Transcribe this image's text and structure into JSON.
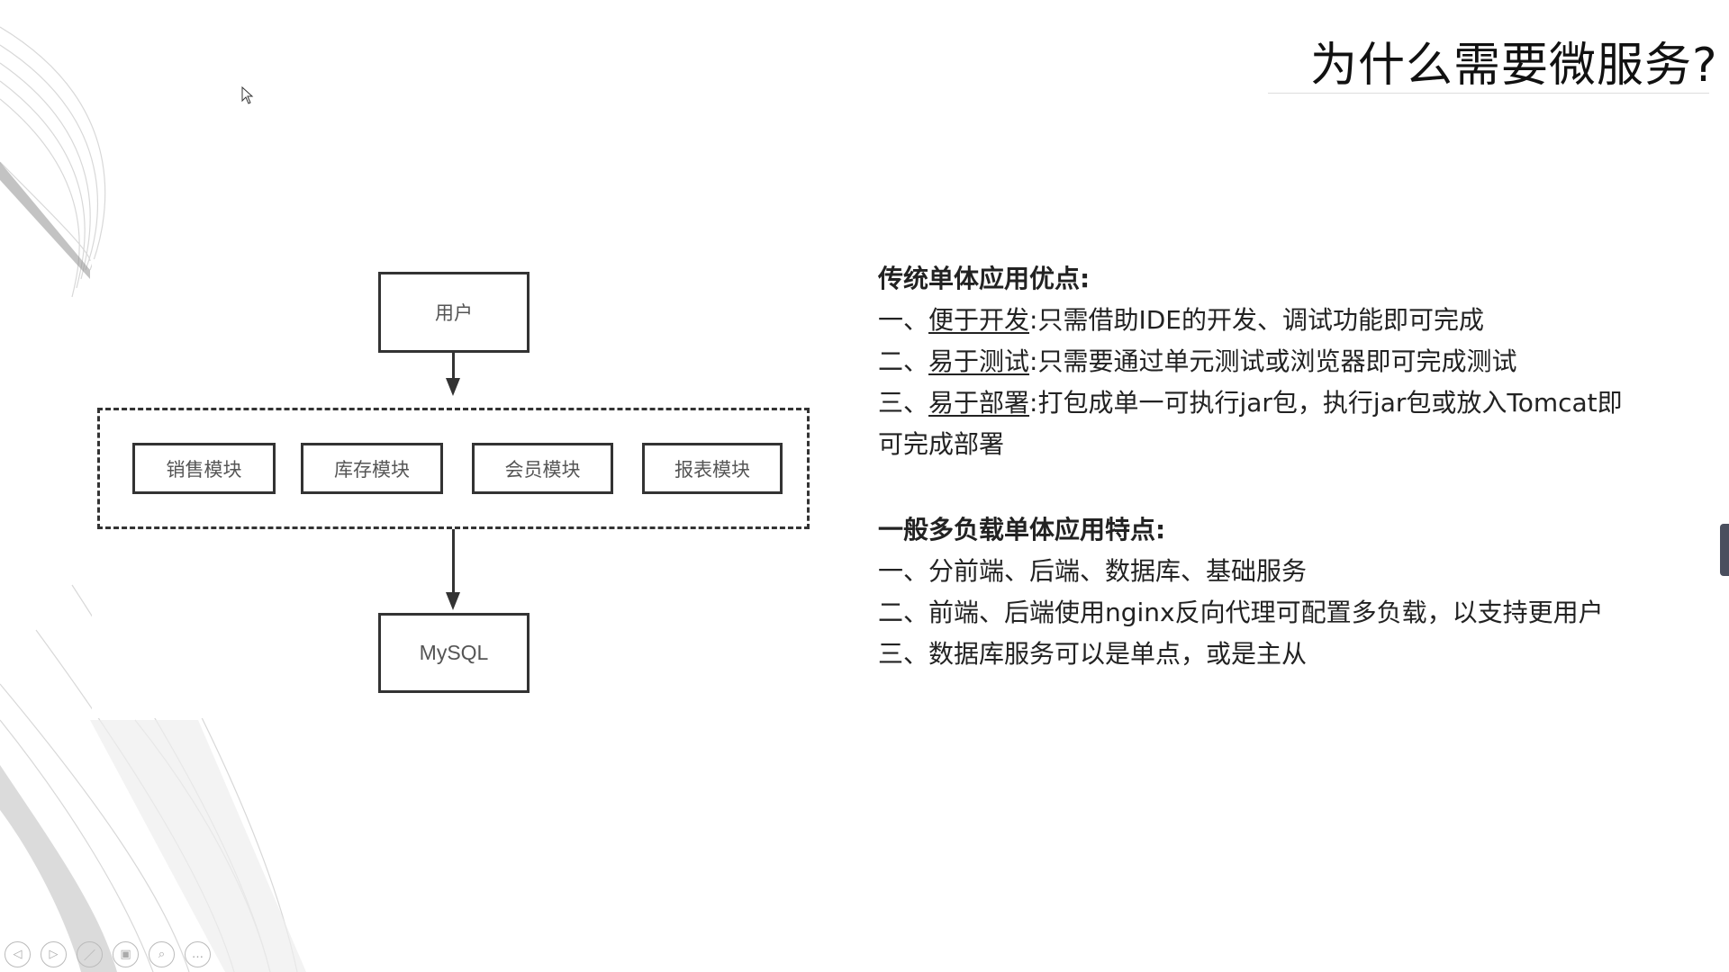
{
  "slide": {
    "title": "为什么需要微服务?"
  },
  "diagram": {
    "user": "用户",
    "modules": [
      "销售模块",
      "库存模块",
      "会员模块",
      "报表模块"
    ],
    "database": "MySQL"
  },
  "section1": {
    "heading": "传统单体应用优点:",
    "items": [
      {
        "prefix": "一、",
        "term": "便于开发",
        "sep": ":",
        "text": "只需借助IDE的开发、调试功能即可完成"
      },
      {
        "prefix": "二、",
        "term": "易于测试",
        "sep": ":",
        "text": "只需要通过单元测试或浏览器即可完成测试"
      },
      {
        "prefix": "三、",
        "term": "易于部署",
        "sep": ":",
        "text": "打包成单一可执行jar包，执行jar包或放入Tomcat即",
        "cont": "可完成部署"
      }
    ]
  },
  "section2": {
    "heading": "一般多负载单体应用特点:",
    "items": [
      "一、分前端、后端、数据库、基础服务",
      "二、前端、后端使用nginx反向代理可配置多负载，以支持更用户",
      "三、数据库服务可以是单点，或是主从"
    ]
  },
  "controls": [
    "previous-icon",
    "next-icon",
    "pen-icon",
    "slides-icon",
    "zoom-icon",
    "more-icon"
  ]
}
